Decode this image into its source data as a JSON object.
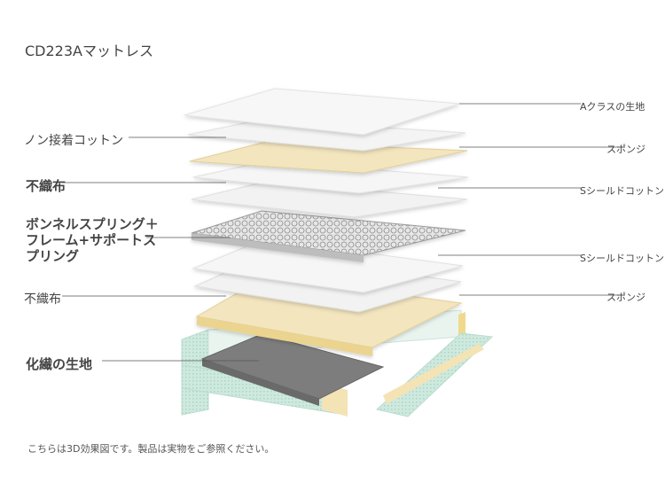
{
  "title": "CD223Aマットレス",
  "note": "こちらは3D効果図です。製品は実物をご参照ください。",
  "labels": {
    "left": [
      "ノン接着コットン",
      "不織布",
      "ボンネルスプリング＋フレーム+サポートスプリング",
      "不織布",
      "化繊の生地"
    ],
    "right": [
      "Aクラスの生地",
      "スポンジ",
      "Sシールドコットン",
      "Sシールドコットン",
      "スポンジ"
    ]
  },
  "colors": {
    "white_layer": "#f4f4f4",
    "sponge": "#f3e5be",
    "spring": "#d8d8d8",
    "fabric_bottom": "#7d7d7d",
    "frame_green": "#cfe9df"
  }
}
